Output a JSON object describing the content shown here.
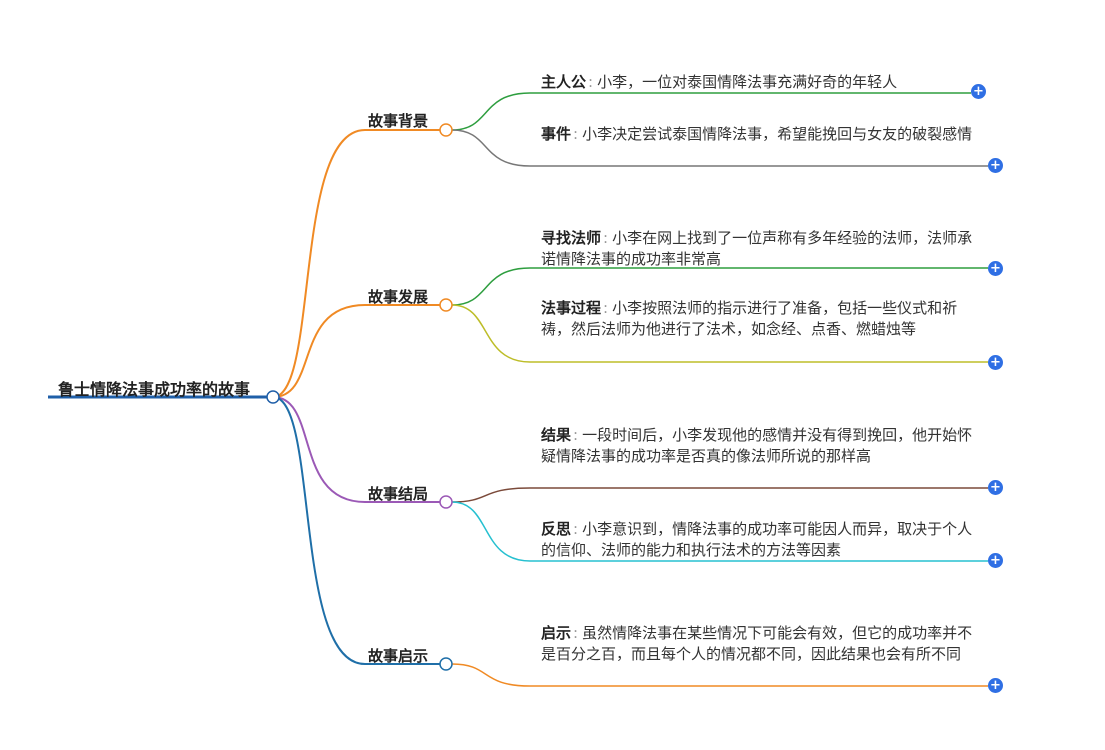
{
  "root": {
    "label": "鲁士情降法事成功率的故事",
    "color": "#1f5fa8"
  },
  "branches": [
    {
      "label": "故事背景",
      "color": "#f08a24",
      "leaves": [
        {
          "key": "主人公",
          "sep": ":",
          "text": "小李，一位对泰国情降法事充满好奇的年轻人",
          "color": "#2e9e3f",
          "icon": "plus-circle-icon"
        },
        {
          "key": "事件",
          "sep": ":",
          "text": "小李决定尝试泰国情降法事，希望能挽回与女友的破裂感情",
          "color": "#777777",
          "icon": "plus-circle-icon"
        }
      ]
    },
    {
      "label": "故事发展",
      "color": "#f08a24",
      "leaves": [
        {
          "key": "寻找法师",
          "sep": ":",
          "text": "小李在网上找到了一位声称有多年经验的法师，法师承诺情降法事的成功率非常高",
          "color": "#2e9e3f",
          "icon": "plus-circle-icon"
        },
        {
          "key": "法事过程",
          "sep": ":",
          "text": "小李按照法师的指示进行了准备，包括一些仪式和祈祷，然后法师为他进行了法术，如念经、点香、燃蜡烛等",
          "color": "#bdbd28",
          "icon": "plus-circle-icon"
        }
      ]
    },
    {
      "label": "故事结局",
      "color": "#9b59b6",
      "leaves": [
        {
          "key": "结果",
          "sep": ":",
          "text": "一段时间后，小李发现他的感情并没有得到挽回，他开始怀疑情降法事的成功率是否真的像法师所说的那样高",
          "color": "#7b4a3a",
          "icon": "plus-circle-icon"
        },
        {
          "key": "反思",
          "sep": ":",
          "text": "小李意识到，情降法事的成功率可能因人而异，取决于个人的信仰、法师的能力和执行法术的方法等因素",
          "color": "#26c0d0",
          "icon": "plus-circle-icon"
        }
      ]
    },
    {
      "label": "故事启示",
      "color": "#1f6fa8",
      "leaves": [
        {
          "key": "启示",
          "sep": ":",
          "text": "虽然情降法事在某些情况下可能会有效，但它的成功率并不是百分之百，而且每个人的情况都不同，因此结果也会有所不同",
          "color": "#f08a24",
          "icon": "plus-circle-icon"
        }
      ]
    }
  ]
}
